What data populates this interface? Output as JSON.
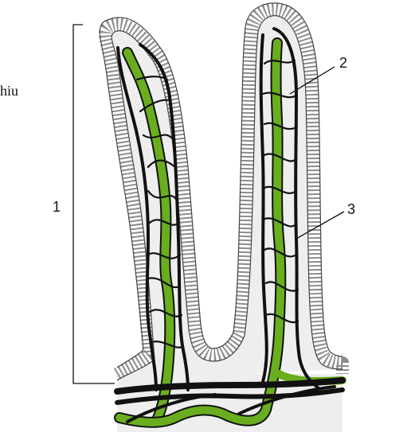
{
  "labels": {
    "label_1": "1",
    "label_2": "2",
    "label_3": "3",
    "edge_fragment": "hiu"
  },
  "colors": {
    "lacteal": "#6aae1f",
    "vessel": "#111111",
    "stroma": "#eeeeee",
    "epithelium_cell": "#d4d4d4"
  }
}
